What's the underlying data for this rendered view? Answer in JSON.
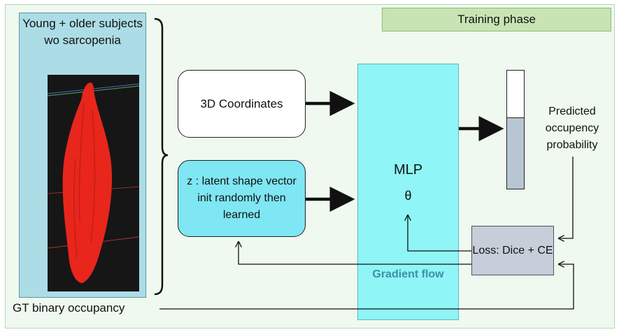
{
  "phase_label": "Training phase",
  "subjects_label": "Young + older subjects wo sarcopenia",
  "coords_label": "3D Coordinates",
  "latent_label": "z : latent shape vector init randomly then learned",
  "mlp": {
    "title": "MLP",
    "param": "θ"
  },
  "gradient_label": "Gradient flow",
  "predicted_label": "Predicted occupency probability",
  "loss_label": "Loss: Dice + CE",
  "gt_label": "GT binary occupancy",
  "predicted_occupancy_fill": 0.6,
  "colors": {
    "mlp_fill": "#8ff5f6",
    "latent_fill": "#7fe6f3",
    "subjects_fill": "#acdde6",
    "phase_fill": "#c9e4b4",
    "muscle": "#e8261c",
    "loss_fill": "#c5ced9"
  }
}
